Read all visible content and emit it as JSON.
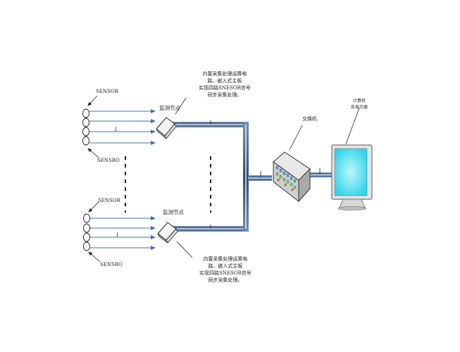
{
  "labels": {
    "sensor_top": "SENSOR",
    "sensor_bottom": "SENSRO",
    "tick_mark": "I",
    "node": "监测节点",
    "switch": "交换机",
    "computer": [
      "计算机",
      "及显示器"
    ]
  },
  "descriptions": {
    "top": [
      "内置采集处理运算电",
      "路、嵌入式主板",
      "实现四路SNESOR信号",
      "同步采集处理。"
    ],
    "bottom": [
      "内置采集处理运算电",
      "路、嵌入式主板",
      "实现四路SNESOR信号",
      "同步采集处理。"
    ]
  },
  "colors": {
    "cable": "#3a5e8c",
    "cable_inner": "#ffffff",
    "arrow": "#3d6ebf",
    "screen": "#4fe0f0",
    "box": "#f2f2f2",
    "switch_body": "#d6d6d6"
  }
}
